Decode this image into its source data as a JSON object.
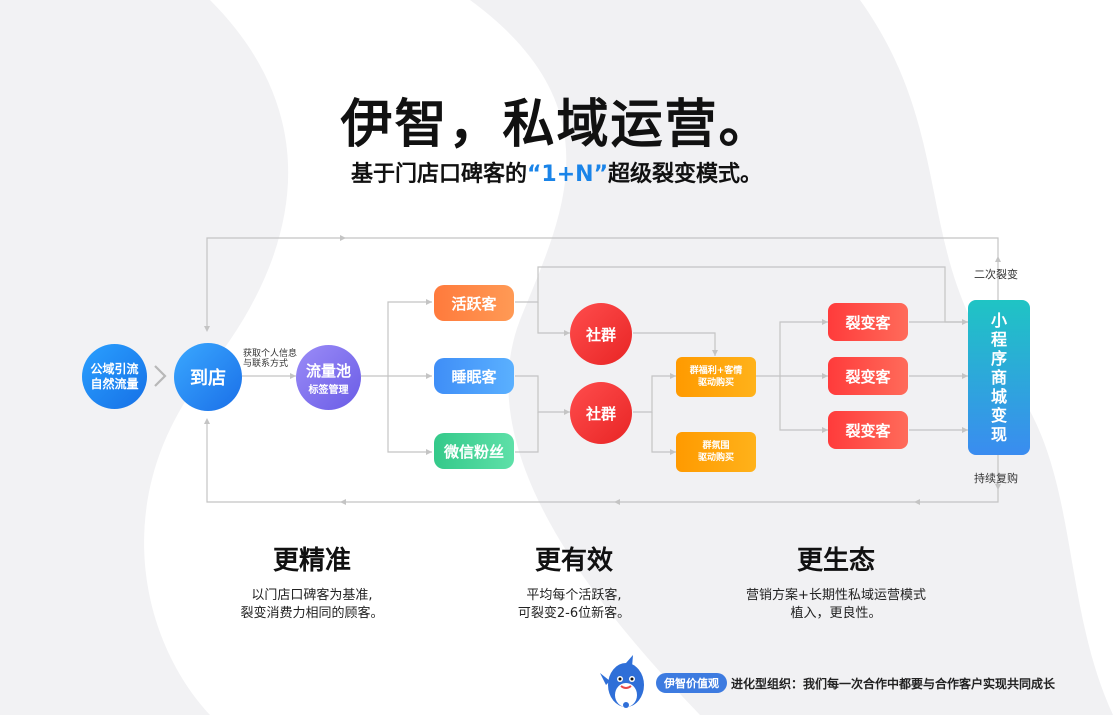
{
  "title": "伊智，私域运营。",
  "subtitle": {
    "prefix": "基于门店口碑客的",
    "highlight": "“1+N”",
    "suffix": "超级裂变模式。"
  },
  "nodes": {
    "public_traffic": {
      "line1": "公域引流",
      "line2": "自然流量"
    },
    "to_store": "到店",
    "collect_info": {
      "line1": "获取个人信息",
      "line2": "与联系方式"
    },
    "traffic_pool": {
      "line1": "流量池",
      "line2": "标签管理"
    },
    "active_customer": "活跃客",
    "dormant_customer": "睡眠客",
    "wechat_fans": "微信粉丝",
    "community_1": "社群",
    "community_2": "社群",
    "benefit_drive": {
      "line1": "群福利+客情",
      "line2": "驱动购买"
    },
    "atmosphere_drive": {
      "line1": "群氛围",
      "line2": "驱动购买"
    },
    "fission_1": "裂变客",
    "fission_2": "裂变客",
    "fission_3": "裂变客",
    "mini_program": [
      "小",
      "程",
      "序",
      "商",
      "城",
      "变",
      "现"
    ],
    "second_fission": "二次裂变",
    "repeat_purchase": "持续复购"
  },
  "features": [
    {
      "heading": "更精准",
      "line1": "以门店口碑客为基准,",
      "line2": "裂变消费力相同的顾客。"
    },
    {
      "heading": "更有效",
      "line1": "平均每个活跃客,",
      "line2": "可裂变2-6位新客。"
    },
    {
      "heading": "更生态",
      "line1": "营销方案+长期性私域运营模式",
      "line2": "植入，更良性。"
    }
  ],
  "footer": {
    "badge": "伊智价值观",
    "text": "进化型组织：我们每一次合作中都要与合作客户实现共同成长"
  },
  "colors": {
    "accent": "#1a84e8",
    "line": "#c4c4c4"
  }
}
